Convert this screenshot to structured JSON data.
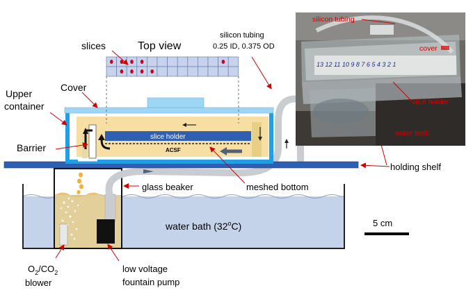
{
  "labels": {
    "slices": "slices",
    "top_view": "Top view",
    "silicon_tubing_line1": "silicon tubing",
    "silicon_tubing_line2": "0.25 ID, 0.375 OD",
    "cover": "Cover",
    "upper_container_line1": "Upper",
    "upper_container_line2": "container",
    "barrier": "Barrier",
    "slice_holder": "slice holder",
    "acsf": "ACSF",
    "holding_shelf": "holding shelf",
    "glass_beaker": "glass beaker",
    "meshed_bottom": "meshed bottom",
    "water_bath": "water bath (32",
    "water_bath_sup": "o",
    "water_bath_end": "C)",
    "scale_bar": "5 cm",
    "blower_o": "O",
    "blower_sub1": "2",
    "blower_slash": "/CO",
    "blower_sub2": "2",
    "blower_line2": "blower",
    "pump_line1": "low voltage",
    "pump_line2": "fountain pump"
  },
  "photo_labels": {
    "silicon_tubing": "silicon tubing",
    "cover": "cover",
    "slice_holder": "slice holder",
    "water_bath": "water bath",
    "numbers": "13 12 11 10 9 8 7 6 5 4 3 2 1"
  },
  "colors": {
    "upper_container": "#1ea0e6",
    "cover": "#9fd6f5",
    "acsf": "#f7dfa3",
    "slice_holder": "#2f5fb3",
    "water_bath": "#c5d3ea",
    "shelf": "#2f5fb3",
    "tubing": "#c9ccd0",
    "label_red": "#d40000",
    "slice_dot": "#cc0022"
  }
}
